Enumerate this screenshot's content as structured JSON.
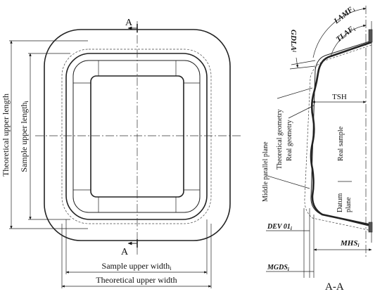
{
  "left_view": {
    "label_theoretical_upper_length": "Theoretical upper length",
    "label_sample_upper_length": "Sample upper length",
    "label_sample_upper_length_sub": "i",
    "label_sample_upper_width": "Sample upper width",
    "label_sample_upper_width_sub": "i",
    "label_theoretical_upper_width": "Theoretical upper width",
    "section_marker": "A"
  },
  "right_view": {
    "label_lamf": "LAMF",
    "label_lamf_sub": "i",
    "label_tlaf": "TLAF",
    "label_tlaf_sub": "i",
    "label_gdla": "GDLA",
    "label_gdla_sub": "i",
    "label_tsh": "TSH",
    "label_theoretical_geometry": "Theoretical geometry",
    "label_real_geometry": "Real geometry",
    "label_middle_parallel_plane": "Middle parallel plane",
    "label_real_sample": "Real sample",
    "label_datum_plane_1": "Datum",
    "label_datum_plane_2": "plane",
    "label_dev01": "DEV 01",
    "label_dev01_sub": "i",
    "label_mhs": "MHS",
    "label_mhs_sub": "i",
    "label_mgds": "MGDS",
    "label_mgds_sub": "i",
    "section_title": "A-A"
  }
}
